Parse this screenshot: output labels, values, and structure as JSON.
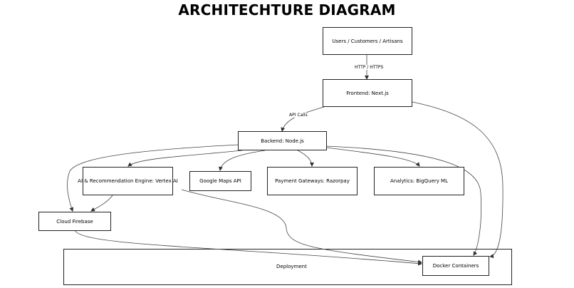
{
  "title": "ARCHITECHTURE DIAGRAM",
  "nodes": {
    "users": "Users / Customers / Artisans",
    "frontend": "Frontend:  Next.js",
    "backend": "Backend: Node.js",
    "ai_engine": "AI & Recommendation Engine: Vertex AI",
    "maps": "Google Maps API",
    "payments": "Payment Gateways: Razorpay",
    "analytics": "Analytics: BigQuery ML",
    "firebase": "Cloud Firebase",
    "docker": "Docker Containers"
  },
  "edge_labels": {
    "http": "HTTP / HTTPS",
    "api": "API Calls"
  },
  "deployment_label": "Deployment"
}
